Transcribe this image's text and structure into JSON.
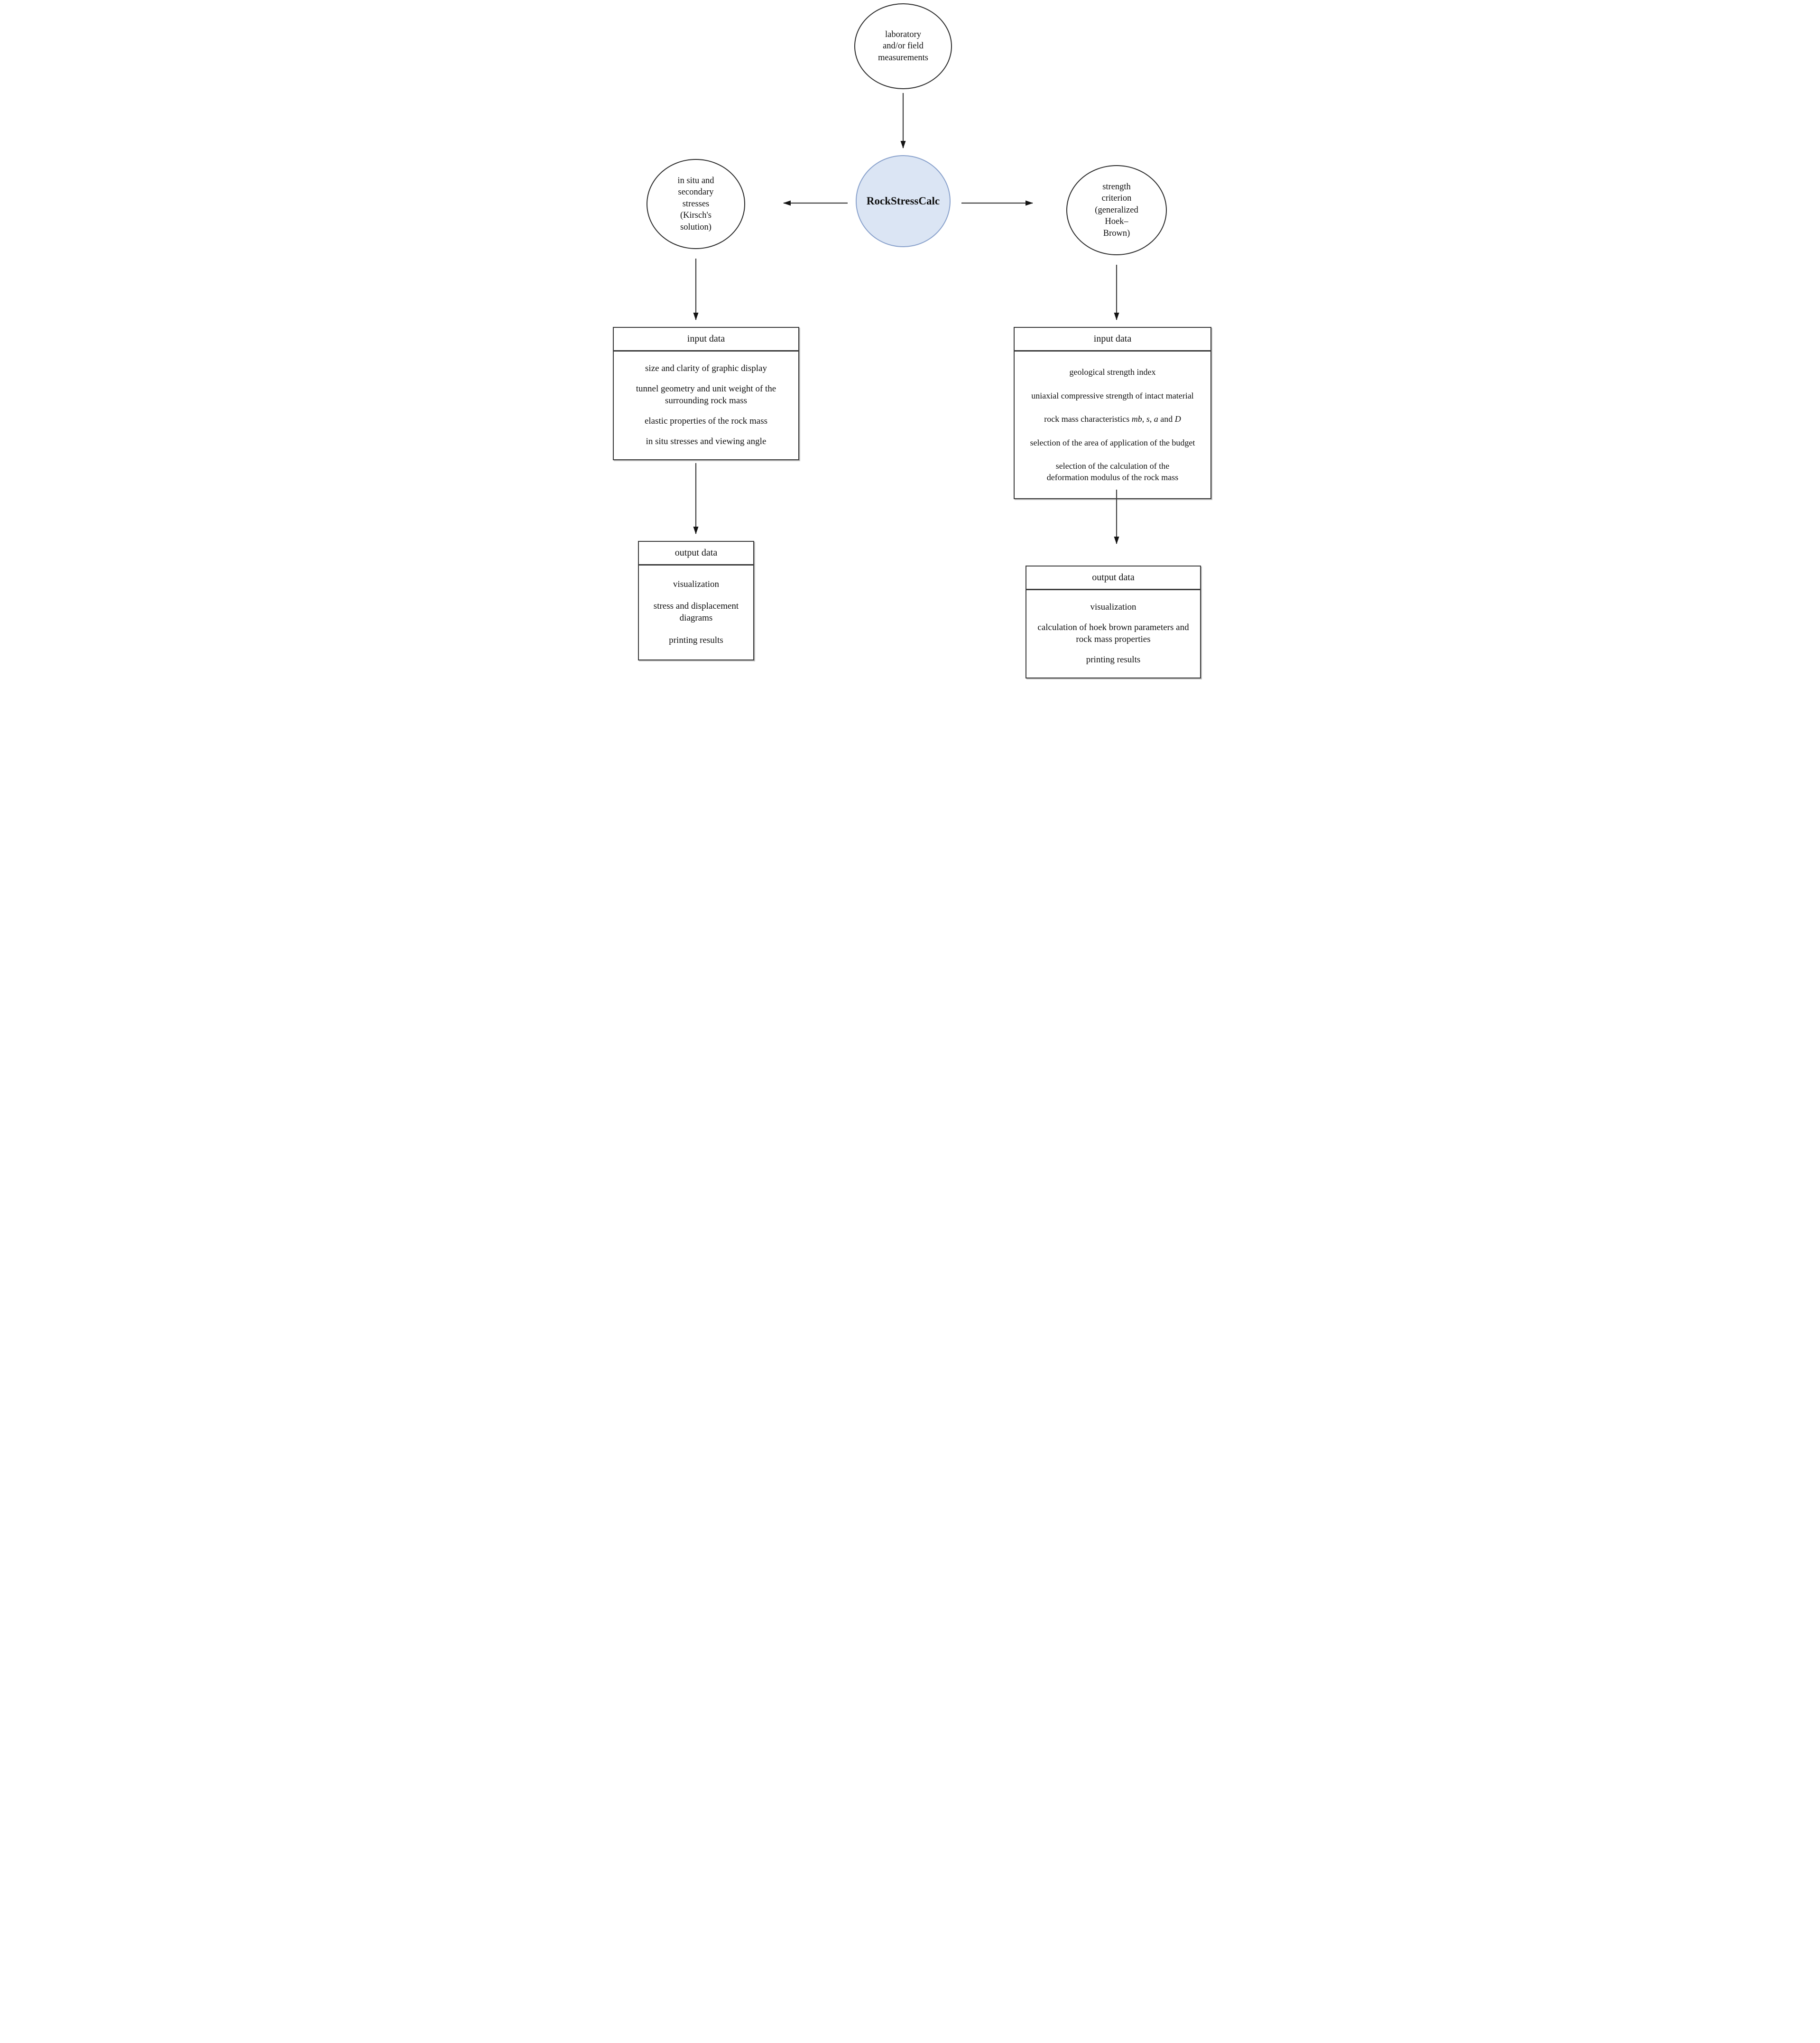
{
  "top_circle": {
    "lines": [
      "laboratory",
      "and/or field",
      "measurements"
    ]
  },
  "center_ellipse": {
    "label": "RockStressCalc"
  },
  "left_circle": {
    "lines": [
      "in situ and",
      "secondary",
      "stresses",
      "(Kirsch's",
      "solution)"
    ]
  },
  "right_circle": {
    "lines": [
      "strength",
      "criterion",
      "(generalized",
      "Hoek–",
      "Brown)"
    ]
  },
  "left_input_box": {
    "header": "input data",
    "items": [
      "size and clarity of graphic display",
      "tunnel geometry and unit weight of the surrounding rock mass",
      "elastic properties of the rock mass",
      "in situ stresses and viewing angle"
    ]
  },
  "right_input_box": {
    "header": "input data",
    "item1": "geological strength index",
    "item2": "uniaxial compressive strength of intact material",
    "item3_parts": [
      "rock mass characteristics ",
      "mb",
      ", ",
      "s",
      ", ",
      "a",
      " and ",
      "D"
    ],
    "item4": "selection of the area of application of the budget",
    "item5": "selection of the calculation of the deformation modulus of the rock mass"
  },
  "left_output_box": {
    "header": "output data",
    "items": [
      "visualization",
      "stress and displacement diagrams",
      "printing results"
    ]
  },
  "right_output_box": {
    "header": "output data",
    "items": [
      "visualization",
      "calculation of hoek brown parameters and rock mass properties",
      "printing results"
    ]
  },
  "colors": {
    "ellipse_fill": "#dbe5f4",
    "ellipse_stroke": "#8aa2cc",
    "line_color": "#3f3f3f",
    "arrowhead_color": "#141414",
    "border_color": "#3a3a3a"
  }
}
